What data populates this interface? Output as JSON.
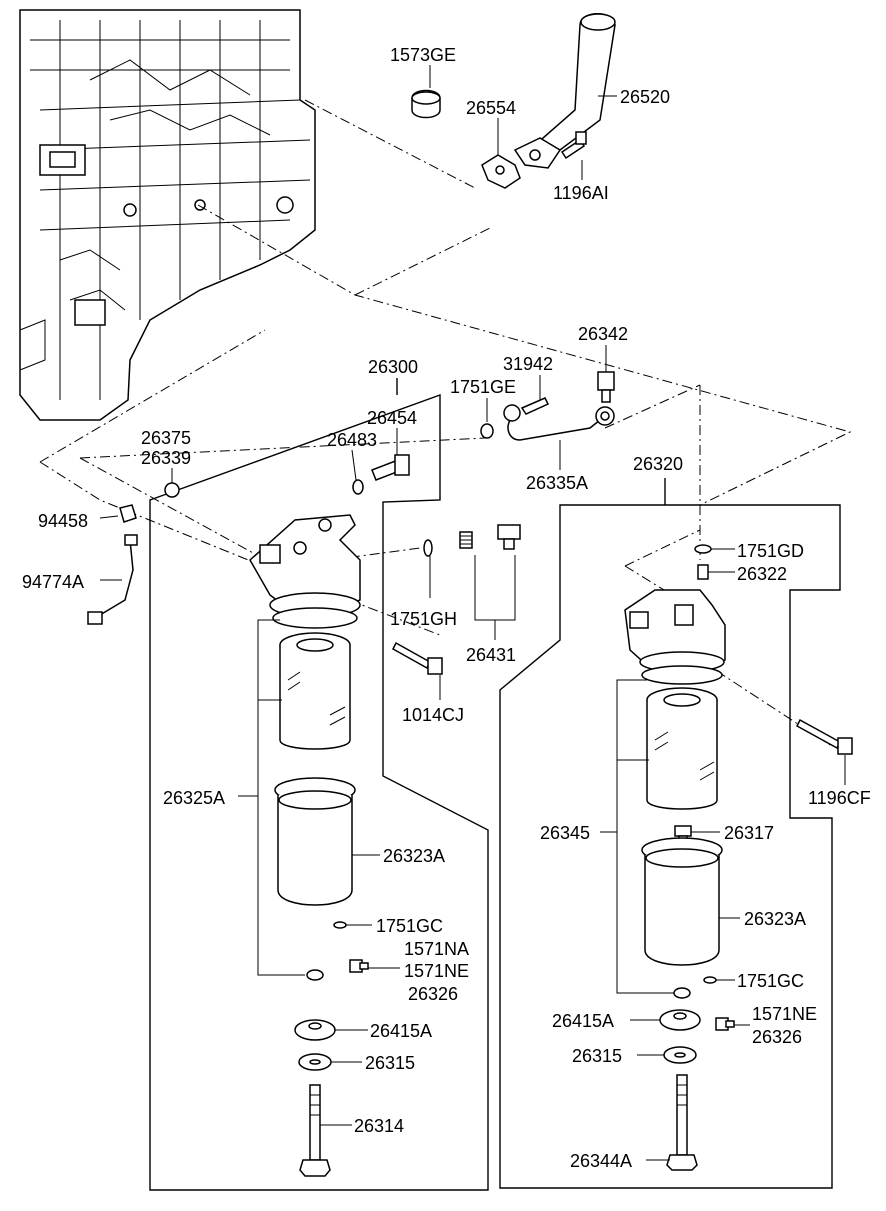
{
  "labels": {
    "p1573GE": "1573GE",
    "p26554": "26554",
    "p26520": "26520",
    "p1196AI": "1196AI",
    "p26342": "26342",
    "p31942": "31942",
    "p1751GE": "1751GE",
    "p26300": "26300",
    "p26454": "26454",
    "p26483": "26483",
    "p26375": "26375",
    "p26339": "26339",
    "p26335A": "26335A",
    "p26320": "26320",
    "p94458": "94458",
    "p94774A": "94774A",
    "p1751GD": "1751GD",
    "p26322": "26322",
    "p1751GH": "1751GH",
    "p26431": "26431",
    "p1014CJ": "1014CJ",
    "p1196CF": "1196CF",
    "p26325A": "26325A",
    "p26323A_left": "26323A",
    "p26345": "26345",
    "p26317": "26317",
    "p26323A_right": "26323A",
    "p1751GC_left": "1751GC",
    "p1571NA": "1571NA",
    "p1571NE_left": "1571NE",
    "p26326_left": "26326",
    "p1751GC_right": "1751GC",
    "p26415A_left": "26415A",
    "p26415A_right": "26415A",
    "p1571NE_right": "1571NE",
    "p26326_right": "26326",
    "p26315_left": "26315",
    "p26315_right": "26315",
    "p26314": "26314",
    "p26344A": "26344A"
  }
}
